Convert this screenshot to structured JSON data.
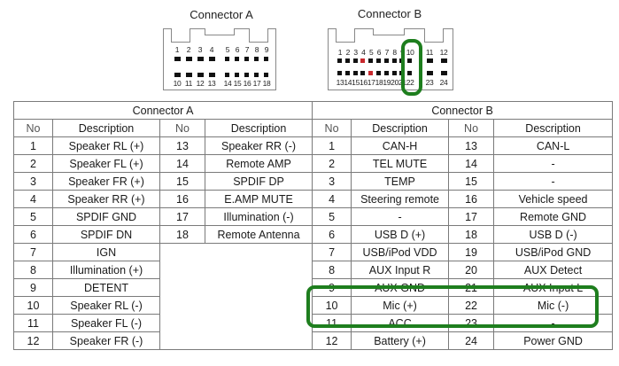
{
  "connectors_diagram": {
    "connector_a": {
      "title": "Connector A",
      "top_pins": [
        "1",
        "2",
        "3",
        "4",
        "5",
        "6",
        "7",
        "8",
        "9"
      ],
      "bottom_pins": [
        "10",
        "11",
        "12",
        "13",
        "14",
        "15",
        "16",
        "17",
        "18"
      ]
    },
    "connector_b": {
      "title": "Connector B",
      "top_pins": [
        "1",
        "2",
        "3",
        "4",
        "5",
        "6",
        "7",
        "8",
        "9",
        "10",
        "11",
        "12"
      ],
      "bottom_pins": [
        "13",
        "14",
        "15",
        "16",
        "17",
        "18",
        "19",
        "20",
        "21",
        "22",
        "23",
        "24"
      ],
      "highlighted_red_pins": [
        "4",
        "17"
      ],
      "circled_pins": [
        "10",
        "22"
      ]
    },
    "highlight_color": "#1e7e1e",
    "red_pin_color": "#c8282d"
  },
  "table": {
    "connector_a_header": "Connector A",
    "connector_b_header": "Connector B",
    "col_no": "No",
    "col_description": "Description",
    "connector_a_left": [
      {
        "no": "1",
        "desc": "Speaker RL (+)"
      },
      {
        "no": "2",
        "desc": "Speaker FL (+)"
      },
      {
        "no": "3",
        "desc": "Speaker FR (+)"
      },
      {
        "no": "4",
        "desc": "Speaker RR (+)"
      },
      {
        "no": "5",
        "desc": "SPDIF GND"
      },
      {
        "no": "6",
        "desc": "SPDIF DN"
      },
      {
        "no": "7",
        "desc": "IGN"
      },
      {
        "no": "8",
        "desc": "Illumination (+)"
      },
      {
        "no": "9",
        "desc": "DETENT"
      },
      {
        "no": "10",
        "desc": "Speaker RL (-)"
      },
      {
        "no": "11",
        "desc": "Speaker FL (-)"
      },
      {
        "no": "12",
        "desc": "Speaker FR (-)"
      }
    ],
    "connector_a_right": [
      {
        "no": "13",
        "desc": "Speaker RR (-)"
      },
      {
        "no": "14",
        "desc": "Remote AMP"
      },
      {
        "no": "15",
        "desc": "SPDIF DP"
      },
      {
        "no": "16",
        "desc": "E.AMP MUTE"
      },
      {
        "no": "17",
        "desc": "Illumination (-)"
      },
      {
        "no": "18",
        "desc": "Remote Antenna"
      }
    ],
    "connector_b_left": [
      {
        "no": "1",
        "desc": "CAN-H"
      },
      {
        "no": "2",
        "desc": "TEL MUTE"
      },
      {
        "no": "3",
        "desc": "TEMP"
      },
      {
        "no": "4",
        "desc": "Steering remote"
      },
      {
        "no": "5",
        "desc": "-"
      },
      {
        "no": "6",
        "desc": "USB D (+)"
      },
      {
        "no": "7",
        "desc": "USB/iPod VDD"
      },
      {
        "no": "8",
        "desc": "AUX Input R"
      },
      {
        "no": "9",
        "desc": "AUX GND"
      },
      {
        "no": "10",
        "desc": "Mic (+)"
      },
      {
        "no": "11",
        "desc": "ACC"
      },
      {
        "no": "12",
        "desc": "Battery (+)"
      }
    ],
    "connector_b_right": [
      {
        "no": "13",
        "desc": "CAN-L"
      },
      {
        "no": "14",
        "desc": "-"
      },
      {
        "no": "15",
        "desc": "-"
      },
      {
        "no": "16",
        "desc": "Vehicle speed"
      },
      {
        "no": "17",
        "desc": "Remote GND"
      },
      {
        "no": "18",
        "desc": "USB D (-)"
      },
      {
        "no": "19",
        "desc": "USB/iPod GND"
      },
      {
        "no": "20",
        "desc": "AUX Detect"
      },
      {
        "no": "21",
        "desc": "AUX Input L"
      },
      {
        "no": "22",
        "desc": "Mic (-)"
      },
      {
        "no": "23",
        "desc": "-"
      },
      {
        "no": "24",
        "desc": "Power GND"
      }
    ],
    "highlighted_rows_connector_b": [
      "9",
      "10",
      "11"
    ]
  }
}
